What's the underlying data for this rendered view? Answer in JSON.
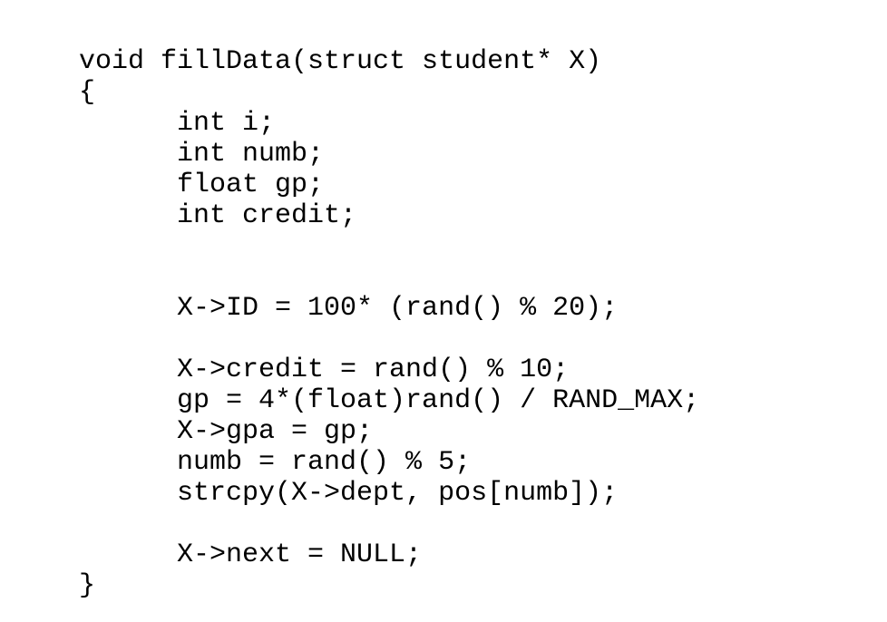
{
  "code": {
    "lines": [
      "void fillData(struct student* X)",
      "{",
      "      int i;",
      "      int numb;",
      "      float gp;",
      "      int credit;",
      "",
      "",
      "      X->ID = 100* (rand() % 20);",
      "",
      "      X->credit = rand() % 10;",
      "      gp = 4*(float)rand() / RAND_MAX;",
      "      X->gpa = gp;",
      "      numb = rand() % 5;",
      "      strcpy(X->dept, pos[numb]);",
      "",
      "      X->next = NULL;",
      "}"
    ]
  }
}
